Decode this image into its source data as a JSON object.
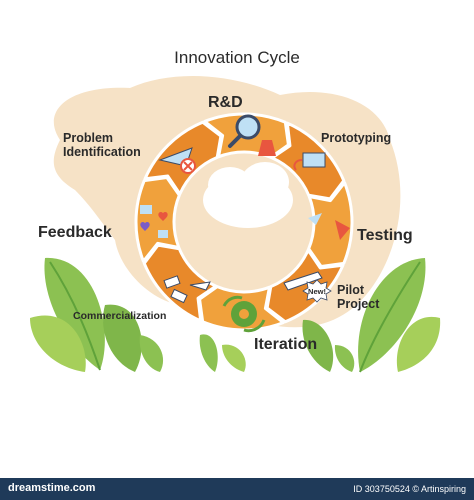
{
  "title": "Innovation Cycle",
  "stages": {
    "rd": "R&D",
    "prototyping": "Prototyping",
    "testing": "Testing",
    "pilot_project": "Pilot\nProject",
    "iteration": "Iteration",
    "commercialization": "Commercialization",
    "feedback": "Feedback",
    "problem_identification": "Problem\nIdentification"
  },
  "badge_new": "New!",
  "footer": {
    "brand": "dreamstime.com",
    "credit": "ID 303750524 © Artinspiring"
  },
  "colors": {
    "ring": "#f0a13c",
    "ring_dark": "#e8892a",
    "blob": "#f6e2c6",
    "leaf": "#8cc152",
    "leaf_dark": "#5fa23a",
    "footer_bg": "#1f3a59"
  }
}
